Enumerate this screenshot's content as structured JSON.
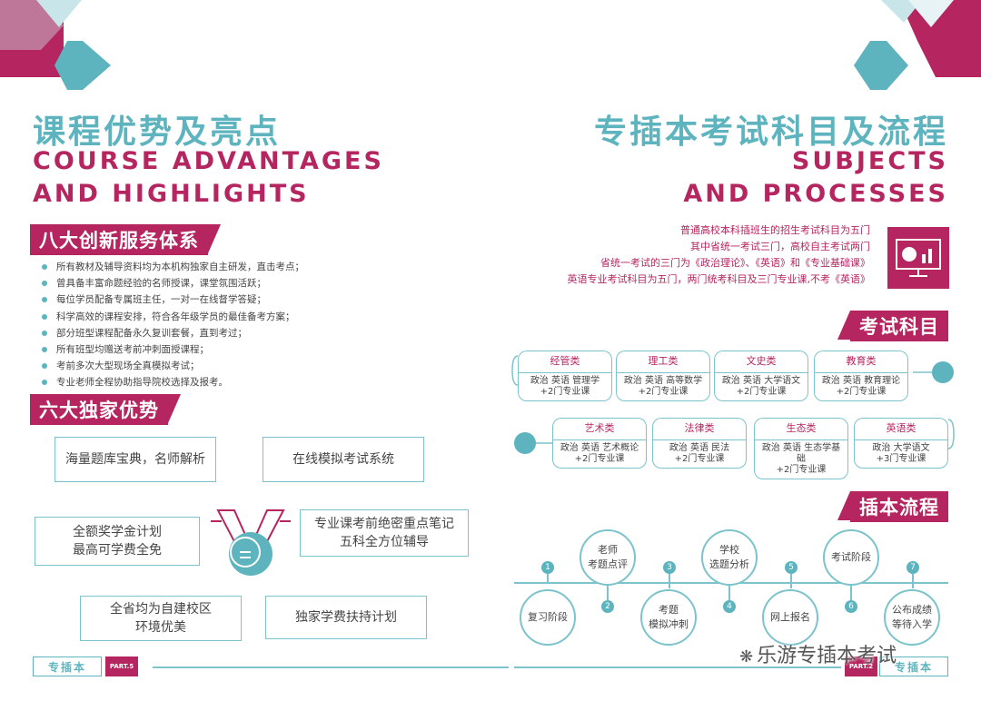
{
  "left": {
    "title_cn": "课程优势及亮点",
    "title_en_1": "COURSE ADVANTAGES",
    "title_en_2": "AND HIGHLIGHTS",
    "section1": "八大创新服务体系",
    "bullets": [
      "所有教材及辅导资料均为本机构独家自主研发，直击考点；",
      "曾具备丰富命题经验的名师授课，课堂氛围活跃；",
      "每位学员配备专属班主任，一对一在线督学答疑；",
      "科学高效的课程安排，符合各年级学员的最佳备考方案；",
      "部分班型课程配备永久复训套餐，直到考过；",
      "所有班型均赠送考前冲刺面授课程；",
      "考前多次大型现场全真模拟考试；",
      "专业老师全程协助指导院校选择及报考。"
    ],
    "section2": "六大独家优势",
    "advantages": [
      "海量题库宝典，名师解析",
      "在线模拟考试系统",
      "全额奖学金计划",
      "最高可学费全免",
      "专业课考前绝密重点笔记",
      "五科全方位辅导",
      "全省均为自建校区",
      "环境优美",
      "独家学费扶持计划"
    ],
    "footer_label": "专插本",
    "footer_part": "PART.5"
  },
  "right": {
    "title_cn": "专插本考试科目及流程",
    "title_en_1": "SUBJECTS",
    "title_en_2": "AND PROCESSES",
    "intro": [
      "普通高校本科插班生的招生考试科目为五门",
      "其中省统一考试三门，高校自主考试两门",
      "省统一考试的三门为《政治理论》、《英语》和《专业基础课》",
      "英语专业考试科目为五门，两门统考科目及三门专业课,不考《英语》"
    ],
    "section1": "考试科目",
    "categories_row1": [
      {
        "name": "经管类",
        "l1": "政治 英语 管理学",
        "l2": "+2门专业课"
      },
      {
        "name": "理工类",
        "l1": "政治 英语 高等数学",
        "l2": "+2门专业课"
      },
      {
        "name": "文史类",
        "l1": "政治 英语 大学语文",
        "l2": "+2门专业课"
      },
      {
        "name": "教育类",
        "l1": "政治 英语 教育理论",
        "l2": "+2门专业课"
      }
    ],
    "categories_row2": [
      {
        "name": "艺术类",
        "l1": "政治 英语 艺术概论",
        "l2": "+2门专业课"
      },
      {
        "name": "法律类",
        "l1": "政治 英语 民法",
        "l2": "+2门专业课"
      },
      {
        "name": "生态类",
        "l1": "政治 英语 生态学基础",
        "l2": "+2门专业课"
      },
      {
        "name": "英语类",
        "l1": "政治 大学语文",
        "l2": "+3门专业课"
      }
    ],
    "section2": "插本流程",
    "steps": [
      {
        "n": "1",
        "l1": "复习阶段",
        "l2": ""
      },
      {
        "n": "2",
        "l1": "老师",
        "l2": "考题点评"
      },
      {
        "n": "3",
        "l1": "考题",
        "l2": "模拟冲刺"
      },
      {
        "n": "4",
        "l1": "学校",
        "l2": "选题分析"
      },
      {
        "n": "5",
        "l1": "网上报名",
        "l2": ""
      },
      {
        "n": "6",
        "l1": "考试阶段",
        "l2": ""
      },
      {
        "n": "7",
        "l1": "公布成绩",
        "l2": "等待入学"
      }
    ],
    "footer_part": "PART.2",
    "footer_label": "专插本",
    "watermark": "乐游专插本考试"
  },
  "colors": {
    "accent": "#5db4bf",
    "brand": "#b5255f"
  }
}
